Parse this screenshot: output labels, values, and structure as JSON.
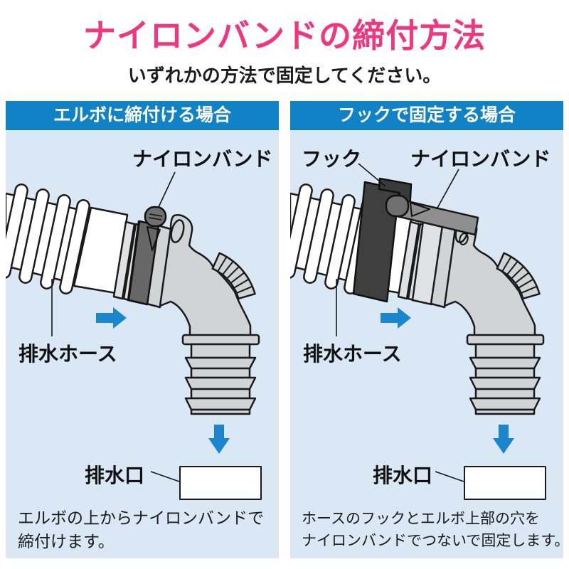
{
  "title": "ナイロンバンドの締付方法",
  "subtitle": "いずれかの方法で固定してください。",
  "colors": {
    "title_pink": "#f1357f",
    "header_blue": "#1182c6",
    "panel_bg_blue": "#d9e8f4",
    "arrow_blue": "#1b86cc",
    "elbow_gray": "#d2d3d4",
    "band_dark_gray": "#676767",
    "hook_dark": "#3a3a3a",
    "strap_gray": "#8f8f8f",
    "line_black": "#1a1a1a"
  },
  "panels": {
    "left": {
      "header": "エルボに締付ける場合",
      "labels": {
        "band": "ナイロンバンド",
        "hose": "排水ホース",
        "drain": "排水口"
      },
      "caption_line1": "エルボの上からナイロンバンドで",
      "caption_line2": "締付けます。"
    },
    "right": {
      "header": "フックで固定する場合",
      "labels": {
        "hook": "フック",
        "band": "ナイロンバンド",
        "hose": "排水ホース",
        "drain": "排水口"
      },
      "caption_line1": "ホースのフックとエルボ上部の穴を",
      "caption_line2": "ナイロンバンドでつないで固定します。"
    }
  }
}
